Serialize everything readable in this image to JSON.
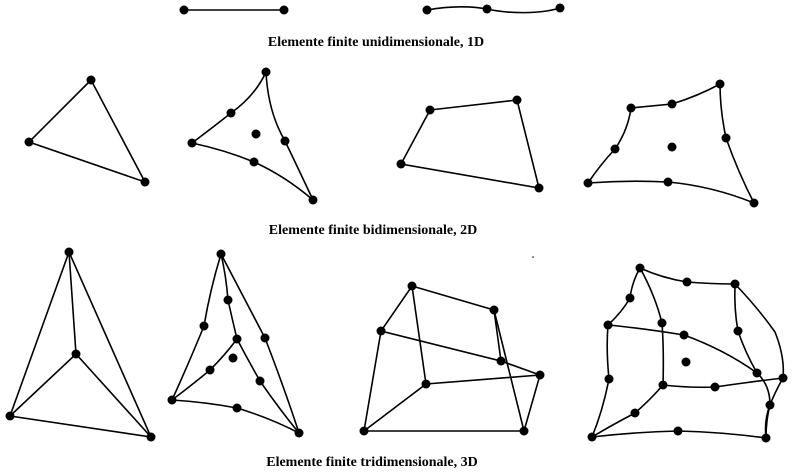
{
  "captions": {
    "one_d": "Elemente finite unidimensionale, 1D",
    "two_d": "Elemente finite bidimensionale, 2D",
    "three_d": "Elemente finite tridimensionale, 3D"
  },
  "colors": {
    "ink": "#000000",
    "background": "#ffffff"
  }
}
